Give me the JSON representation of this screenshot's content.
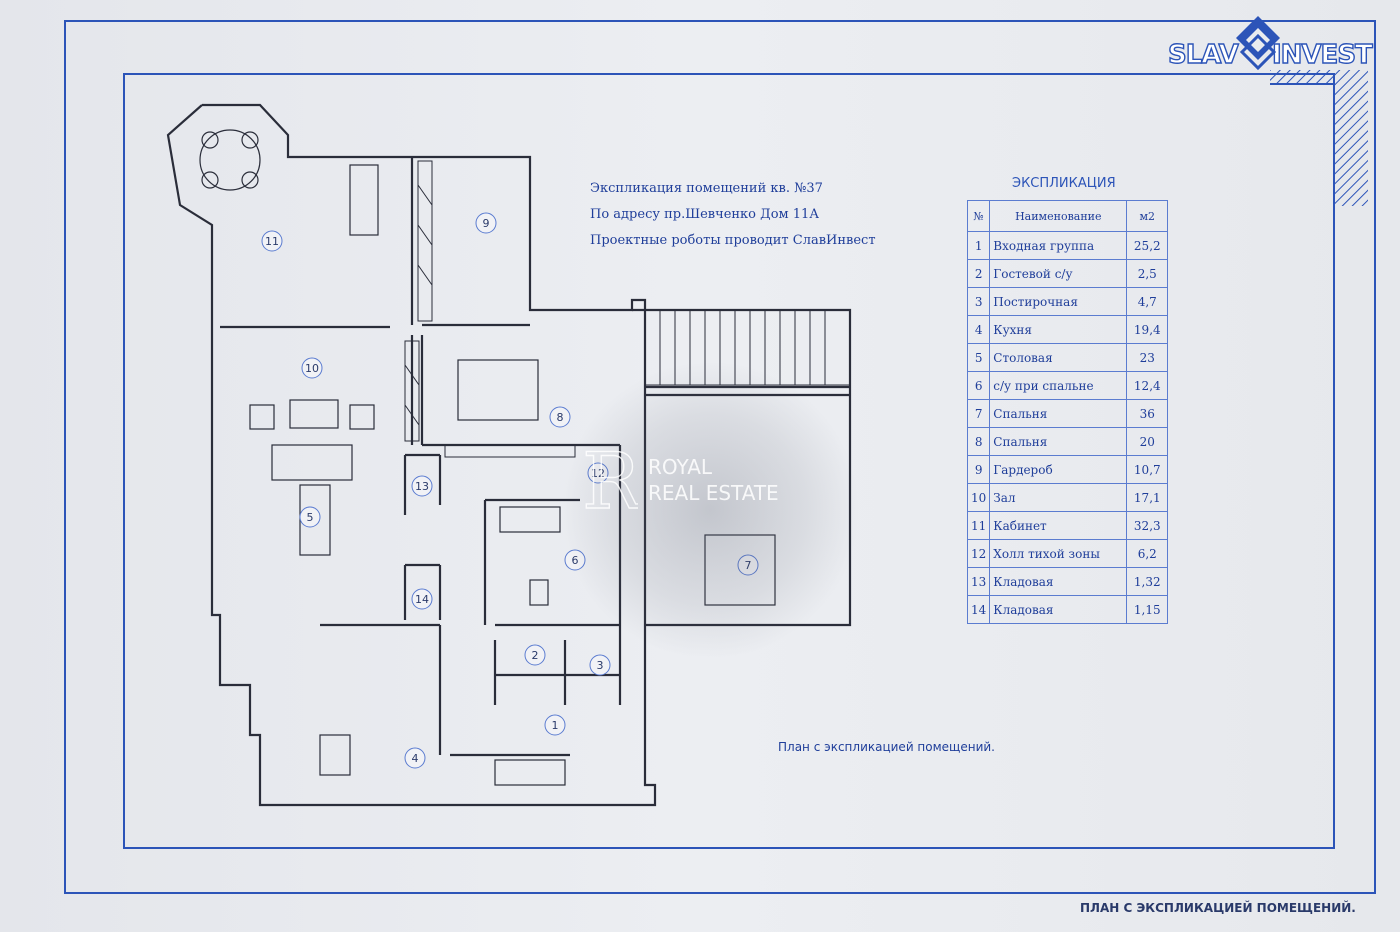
{
  "logo": {
    "left_text": "SLAV",
    "right_text": "INVEST",
    "brand_color": "#2c54b8"
  },
  "info": {
    "line1": "Экспликация помещений кв. №37",
    "line2": "По адресу пр.Шевченко Дом 11А",
    "line3": "Проектные роботы проводит СлавИнвест"
  },
  "explication": {
    "title": "ЭКСПЛИКАЦИЯ",
    "headers": {
      "no": "№",
      "name": "Наименование",
      "area": "м2"
    },
    "rows": [
      {
        "no": "1",
        "name": "Входная группа",
        "area": "25,2"
      },
      {
        "no": "2",
        "name": "Гостевой с/у",
        "area": "2,5"
      },
      {
        "no": "3",
        "name": "Постирочная",
        "area": "4,7"
      },
      {
        "no": "4",
        "name": "Кухня",
        "area": "19,4"
      },
      {
        "no": "5",
        "name": "Столовая",
        "area": "23"
      },
      {
        "no": "6",
        "name": "с/у при спальне",
        "area": "12,4"
      },
      {
        "no": "7",
        "name": "Спальня",
        "area": "36"
      },
      {
        "no": "8",
        "name": "Спальня",
        "area": "20"
      },
      {
        "no": "9",
        "name": "Гардероб",
        "area": "10,7"
      },
      {
        "no": "10",
        "name": "Зал",
        "area": "17,1"
      },
      {
        "no": "11",
        "name": "Кабинет",
        "area": "32,3"
      },
      {
        "no": "12",
        "name": "Холл тихой зоны",
        "area": "6,2"
      },
      {
        "no": "13",
        "name": "Кладовая",
        "area": "1,32"
      },
      {
        "no": "14",
        "name": "Кладовая",
        "area": "1,15"
      }
    ]
  },
  "room_labels": [
    "1",
    "2",
    "3",
    "4",
    "5",
    "6",
    "7",
    "8",
    "9",
    "10",
    "11",
    "12",
    "13",
    "14"
  ],
  "plan_caption": "План с экспликацией помещений.",
  "bottom_caption": "ПЛАН С ЭКСПЛИКАЦИЕЙ ПОМЕЩЕНИЙ.",
  "watermark": {
    "line1": "ROYAL",
    "line2": "REAL ESTATE",
    "monogram": "R"
  },
  "colors": {
    "line": "#2c54b8",
    "text": "#1f3e9a",
    "plan_ink": "#2a2d3a"
  }
}
